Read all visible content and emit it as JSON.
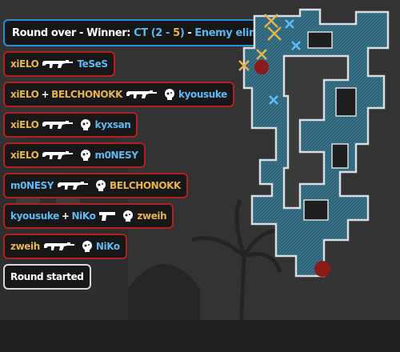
{
  "round_banner": {
    "prefix": "Round over - Winner:",
    "winner": "CT",
    "score_open": "(",
    "ct_score": "2",
    "score_dash": " - ",
    "t_score": "5",
    "score_close": ")",
    "separator": "-",
    "reason": "Enemy eliminated"
  },
  "killfeed": [
    {
      "attacker": "xiELO",
      "attacker_side": "t",
      "assister": "",
      "weapon": "ak47-icon",
      "headshot": false,
      "victim": "TeSeS",
      "victim_side": "ct"
    },
    {
      "attacker": "xiELO",
      "attacker_side": "t",
      "assister": "BELCHONOKK",
      "weapon": "ak47-icon",
      "headshot": true,
      "victim": "kyousuke",
      "victim_side": "ct"
    },
    {
      "attacker": "xiELO",
      "attacker_side": "t",
      "assister": "",
      "weapon": "ak47-icon",
      "headshot": true,
      "victim": "kyxsan",
      "victim_side": "ct"
    },
    {
      "attacker": "xiELO",
      "attacker_side": "t",
      "assister": "",
      "weapon": "ak47-icon",
      "headshot": true,
      "victim": "m0NESY",
      "victim_side": "ct"
    },
    {
      "attacker": "m0NESY",
      "attacker_side": "ct",
      "assister": "",
      "weapon": "ak47-icon",
      "headshot": true,
      "victim": "BELCHONOKK",
      "victim_side": "t"
    },
    {
      "attacker": "kyousuke",
      "attacker_side": "ct",
      "assister": "NiKo",
      "weapon": "pistol-icon",
      "headshot": true,
      "victim": "zweih",
      "victim_side": "t"
    },
    {
      "attacker": "zweih",
      "attacker_side": "t",
      "assister": "",
      "weapon": "ak47-icon",
      "headshot": true,
      "victim": "NiKo",
      "victim_side": "ct"
    }
  ],
  "round_started_label": "Round started",
  "plus_sign": "+",
  "colors": {
    "ct": "#5fb9f2",
    "t": "#e6b44f",
    "kill_border": "#b32020",
    "banner_border": "#2a8fcc",
    "round_start_border": "#d8d8d8"
  }
}
